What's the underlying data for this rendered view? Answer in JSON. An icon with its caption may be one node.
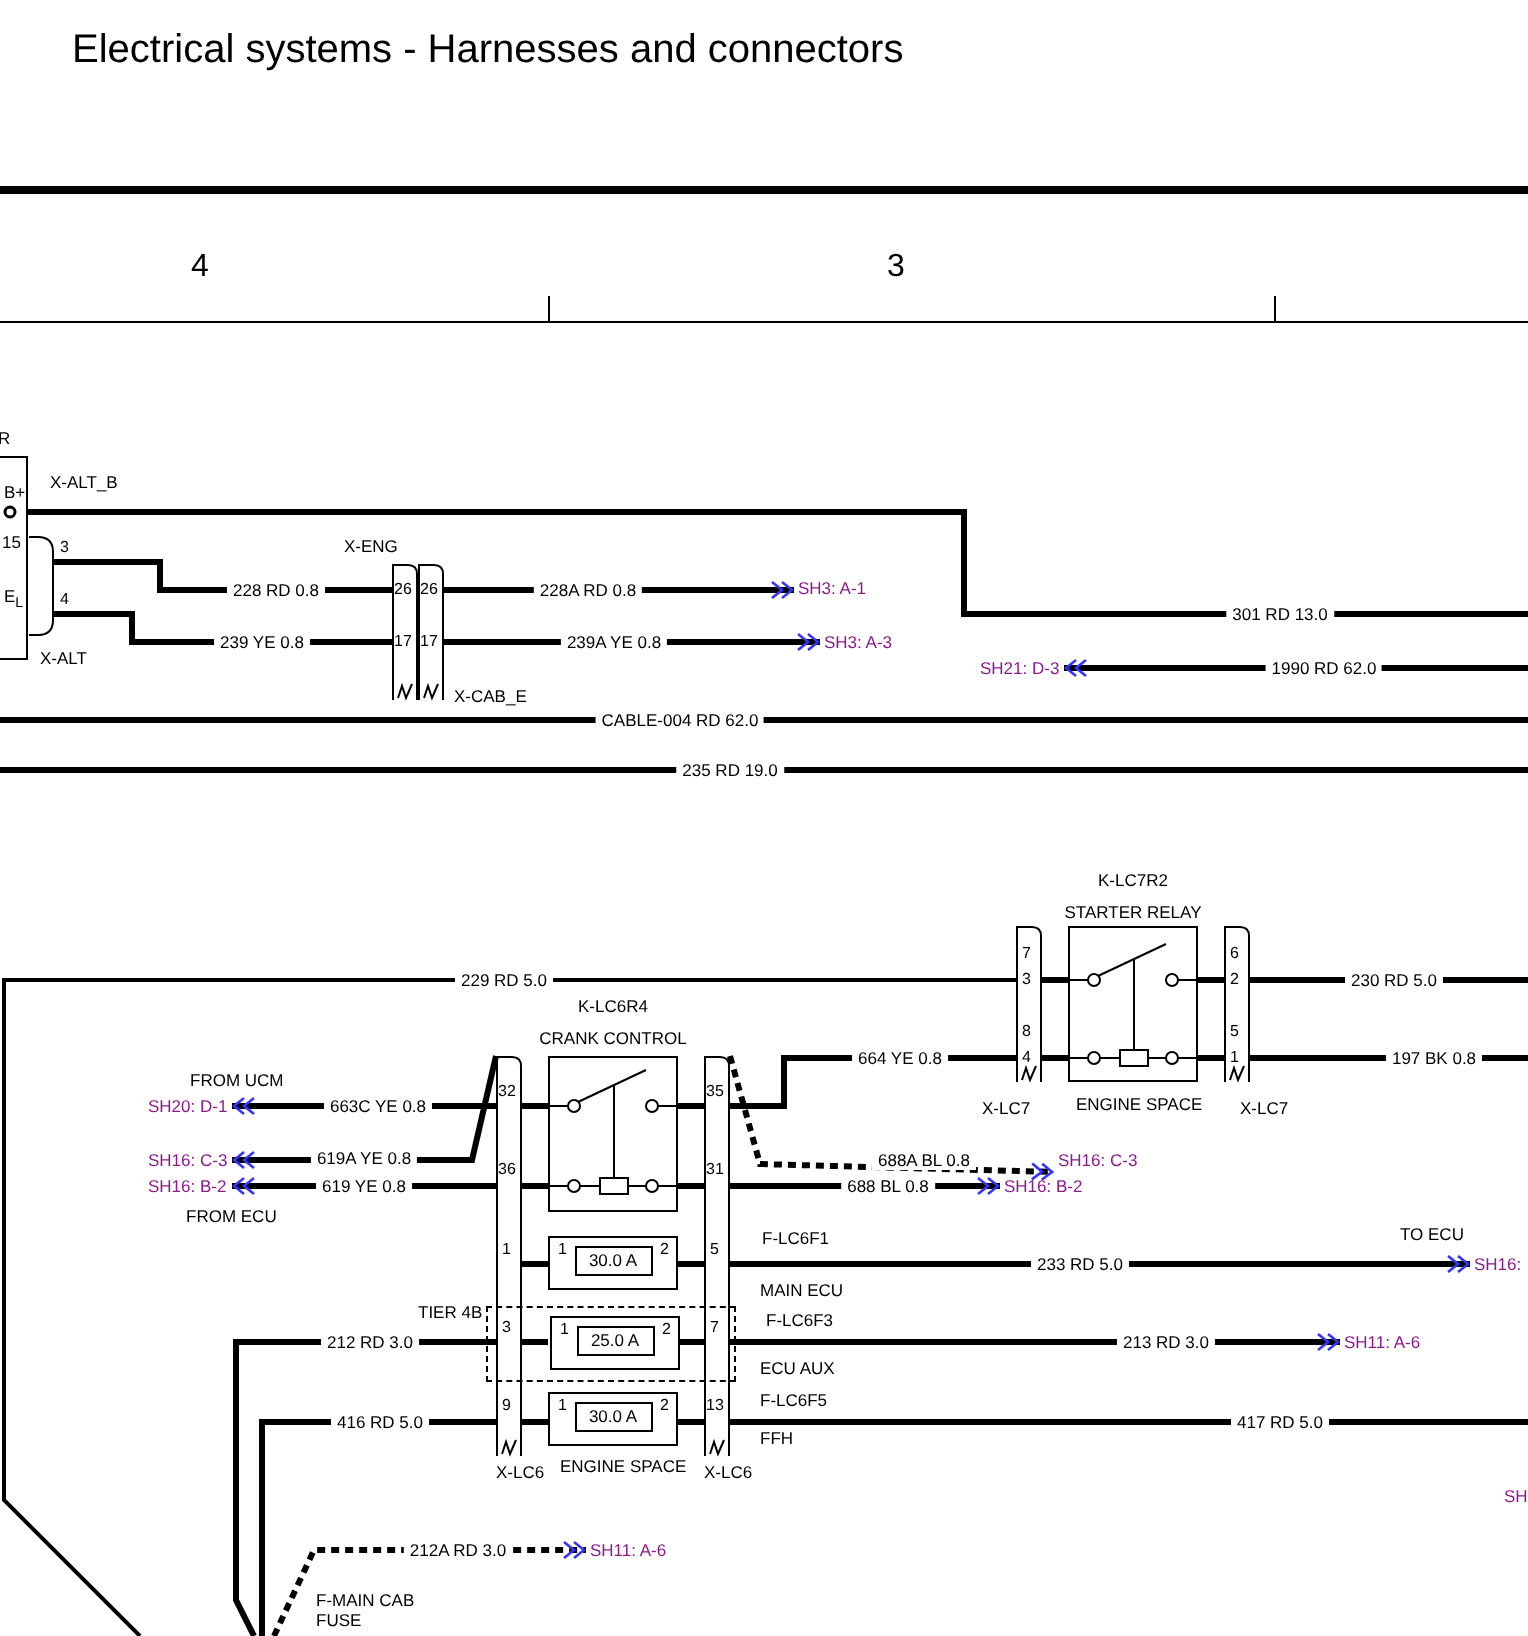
{
  "diagram": {
    "title": "Electrical systems - Harnesses and connectors",
    "nodes": [
      {
        "text": [
          "B+",
          "15",
          "E$_{L}$"
        ],
        "beside": [
          "R"
        ]
      },
      {
        "text": [],
        "shape": "box",
        "beside": [
          "X-ALT"
        ]
      },
      {
        "text": [
          "26",
          "17"
        ],
        "beside": [
          "X-ENG"
        ]
      },
      {
        "text": [
          "26",
          "17"
        ],
        "beside": [
          "X-CAB_E"
        ]
      },
      {
        "text": [
          "SH3: A-1"
        ]
      },
      {
        "text": [
          "SH3: A-3"
        ]
      },
      {
        "text": [
          "SH21: D-3"
        ]
      },
      {
        "text": [
          "K-LC7R2",
          "STARTER RELAY"
        ],
        "beside": [
          "ENGINE SPACE"
        ]
      },
      {
        "text": [
          "7",
          "3",
          "8",
          "4"
        ],
        "beside": [
          "X-LC7"
        ]
      },
      {
        "text": [
          "6",
          "2",
          "5",
          "1"
        ],
        "beside": [
          "X-LC7"
        ]
      },
      {
        "text": [
          "K-LC6R4",
          "CRANK CONTROL"
        ]
      },
      {
        "text": [
          "32",
          "36",
          "1",
          "3",
          "9"
        ],
        "beside": [
          "X-LC6"
        ]
      },
      {
        "text": [
          "35",
          "31",
          "5",
          "7",
          "13"
        ],
        "beside": [
          "X-LC6"
        ]
      },
      {
        "text": [],
        "shape": "box",
        "beside": [
          "TIER 4B"
        ]
      },
      {
        "text": [
          "1",
          "30.0 A",
          "2"
        ],
        "beside": [
          "F-LC6F1",
          "MAIN ECU"
        ]
      },
      {
        "text": [
          "1",
          "25.0 A",
          "2"
        ],
        "beside": [
          "F-LC6F3",
          "ECU AUX"
        ],
        "in": 13
      },
      {
        "text": [
          "1",
          "30.0 A",
          "2"
        ],
        "beside": [
          "F-LC6F5",
          "FFH"
        ]
      },
      {
        "text": [
          "SH20: D-1"
        ],
        "beside": [
          "FROM UCM"
        ]
      },
      {
        "text": [
          "SH16: C-3"
        ]
      },
      {
        "text": [
          "SH16: B-2"
        ],
        "beside": [
          "FROM ECU"
        ]
      },
      {
        "text": [
          "SH16: C-3"
        ]
      },
      {
        "text": [
          "SH16: B-2"
        ]
      },
      {
        "text": [
          "SH16:"
        ],
        "beside": [
          "TO ECU"
        ]
      },
      {
        "text": [
          "SH11: A-6"
        ]
      },
      {
        "text": [
          "SH11: A-6"
        ]
      }
    ],
    "edges": [
      {
        "from": 0,
        "to": null,
        "arrow": "none",
        "label": "301 RD 13.0"
      },
      {
        "from": 1,
        "to": 2,
        "arrow": "none",
        "label": "228 RD 0.8"
      },
      {
        "from": 1,
        "to": 2,
        "arrow": "none",
        "label": "239 YE 0.8"
      },
      {
        "from": 3,
        "to": 4,
        "arrow": "to",
        "label": "228A RD 0.8"
      },
      {
        "from": 3,
        "to": 5,
        "arrow": "to",
        "label": "239A YE 0.8"
      },
      {
        "from": null,
        "to": 6,
        "arrow": "to",
        "label": "1990 RD 62.0"
      },
      {
        "from": null,
        "to": 8,
        "arrow": "none",
        "label": "229 RD 5.0"
      },
      {
        "from": 9,
        "to": null,
        "arrow": "none",
        "label": "230 RD 5.0"
      },
      {
        "from": 9,
        "to": null,
        "arrow": "none",
        "label": "197 BK 0.8"
      },
      {
        "from": 12,
        "to": 8,
        "arrow": "none",
        "label": "664 YE 0.8"
      },
      {
        "from": 11,
        "to": 17,
        "arrow": "to",
        "label": "663C YE 0.8"
      },
      {
        "from": 11,
        "to": 18,
        "arrow": "to",
        "label": "619A YE 0.8"
      },
      {
        "from": 11,
        "to": 19,
        "arrow": "to",
        "label": "619 YE 0.8"
      },
      {
        "from": 12,
        "to": 20,
        "arrow": "to",
        "label": "688A BL 0.8",
        "style": "dashed"
      },
      {
        "from": 12,
        "to": 21,
        "arrow": "to",
        "label": "688 BL 0.8"
      },
      {
        "from": 12,
        "to": 22,
        "arrow": "to",
        "label": "233 RD 5.0"
      },
      {
        "from": 12,
        "to": 23,
        "arrow": "to",
        "label": "213 RD 3.0"
      },
      {
        "from": 12,
        "to": null,
        "arrow": "none",
        "label": "417 RD 5.0"
      },
      {
        "from": null,
        "to": 11,
        "arrow": "none",
        "label": "212 RD 3.0"
      },
      {
        "from": null,
        "to": 11,
        "arrow": "none",
        "label": "416 RD 5.0"
      },
      {
        "from": null,
        "to": 24,
        "arrow": "to",
        "label": "212A RD 3.0",
        "style": "dashed"
      },
      {
        "from": 8,
        "to": 7,
        "arrow": "none"
      },
      {
        "from": 8,
        "to": 7,
        "arrow": "none"
      },
      {
        "from": 7,
        "to": 9,
        "arrow": "none"
      },
      {
        "from": 7,
        "to": 9,
        "arrow": "none"
      },
      {
        "from": 11,
        "to": 10,
        "arrow": "none"
      },
      {
        "from": 11,
        "to": 10,
        "arrow": "none"
      },
      {
        "from": 10,
        "to": 12,
        "arrow": "none"
      },
      {
        "from": 10,
        "to": 12,
        "arrow": "none"
      },
      {
        "from": 11,
        "to": 14,
        "arrow": "none"
      },
      {
        "from": 14,
        "to": 12,
        "arrow": "none"
      },
      {
        "from": 11,
        "to": 15,
        "arrow": "none"
      },
      {
        "from": 15,
        "to": 12,
        "arrow": "none"
      },
      {
        "from": 11,
        "to": 16,
        "arrow": "none"
      },
      {
        "from": 16,
        "to": 12,
        "arrow": "none"
      }
    ],
    "labels": [
      "4",
      "3",
      "X-ALT_B",
      "3",
      "4",
      "CABLE-004 RD 62.0",
      "235 RD 19.0",
      "ENGINE SPACE",
      "SH",
      "F-MAIN CAB FUSE"
    ]
  }
}
